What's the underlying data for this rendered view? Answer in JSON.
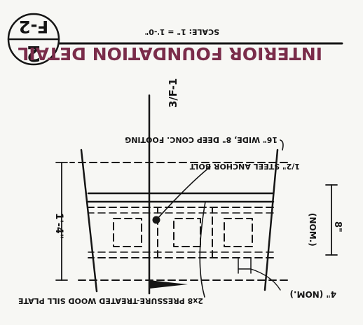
{
  "title_block": {
    "detail_number": "2",
    "sheet": "F-2",
    "title": "INTERIOR FOUNDATION DETAIL",
    "scale": "SCALE: 1\" = 1'-0\""
  },
  "section_marker": "3/F-1",
  "labels": {
    "footing": "16\" WIDE, 8\" DEEP CONC. FOOTING",
    "anchor_bolt": "1/2\" STEEL ANCHOR BOLT",
    "sill_plate": "2x8 PRESSURE-TREATED WOOD SILL PLATE"
  },
  "dimensions": {
    "height": "1'-4\"",
    "block_height": "8\"",
    "block_nom": "(NOM.)",
    "width_nom": "4\" (NOM.)"
  },
  "colors": {
    "ink": "#151515",
    "title_accent": "#7a2c4a",
    "paper": "#f7f7f4"
  }
}
